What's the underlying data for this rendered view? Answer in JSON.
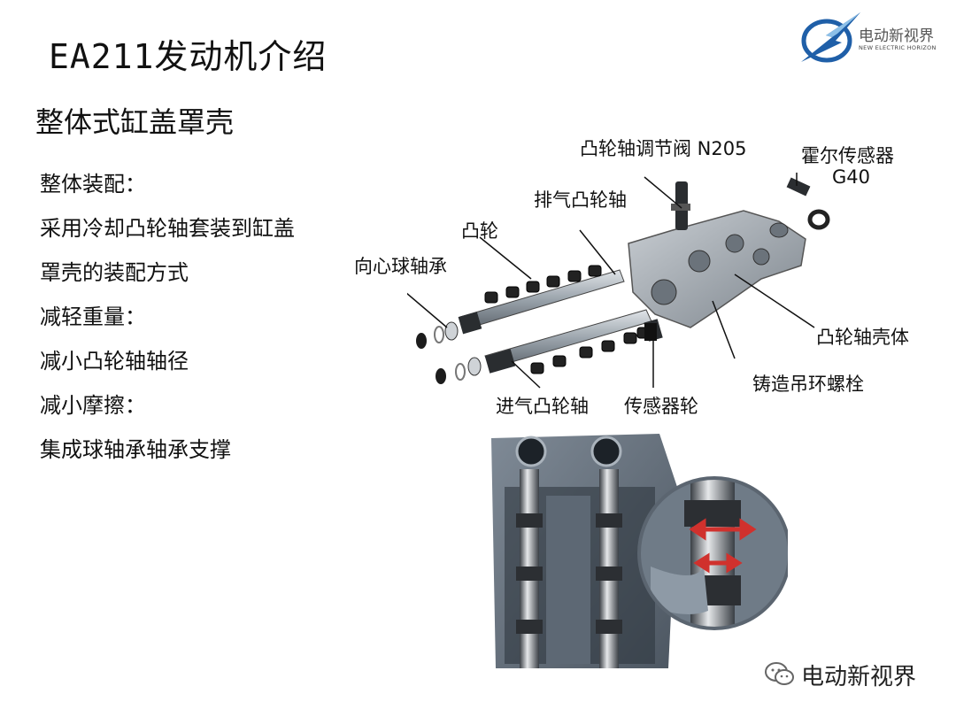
{
  "slide": {
    "title": "EA211发动机介绍",
    "subtitle": "整体式缸盖罩壳",
    "bullets": [
      "整体装配：",
      "采用冷却凸轮轴套装到缸盖",
      "罩壳的装配方式",
      "减轻重量：",
      "减小凸轮轴轴径",
      "减小摩擦：",
      "集成球轴承轴承支撑"
    ]
  },
  "logo": {
    "name": "电动新视界",
    "tagline": "NEW ELECTRIC HORIZON",
    "color": "#1f5fa8",
    "icon": "lightning-globe-icon"
  },
  "diagram": {
    "labels": {
      "camshaft_valve": "凸轮轴调节阀 N205",
      "hall_sensor": "霍尔传感器",
      "hall_sensor_code": "G40",
      "exhaust_camshaft": "排气凸轮轴",
      "cam": "凸轮",
      "radial_bearing": "向心球轴承",
      "camshaft_housing": "凸轮轴壳体",
      "lifting_eye_bolt": "铸造吊环螺栓",
      "intake_camshaft": "进气凸轮轴",
      "sensor_wheel": "传感器轮"
    },
    "arrow_color": "#d0312d"
  },
  "watermark": {
    "text": "电动新视界",
    "icon": "wechat-icon"
  }
}
